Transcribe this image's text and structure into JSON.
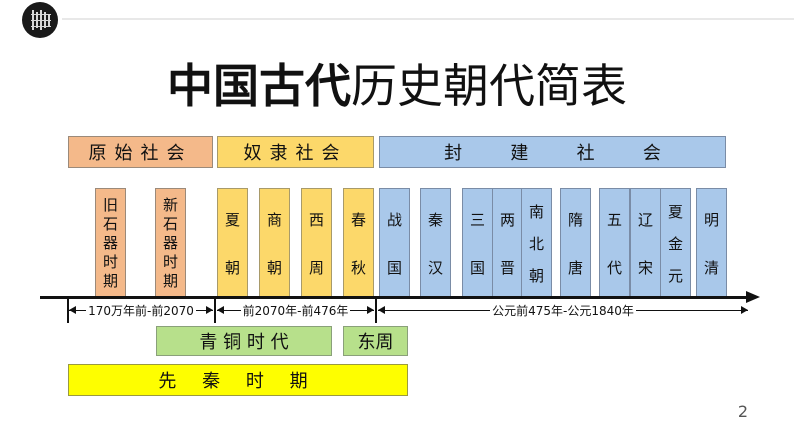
{
  "title": {
    "part1": "中国古代",
    "part2": "历史朝代简表"
  },
  "eras": [
    {
      "label": "原始社会"
    },
    {
      "label": "奴隶社会"
    },
    {
      "label_chars": [
        "封",
        "建",
        "社",
        "会"
      ]
    }
  ],
  "periods": [
    {
      "chars": [
        "旧",
        "石",
        "器",
        "时",
        "期"
      ]
    },
    {
      "chars": [
        "新",
        "石",
        "器",
        "时",
        "期"
      ]
    },
    {
      "chars": [
        "夏",
        "朝"
      ]
    },
    {
      "chars": [
        "商",
        "朝"
      ]
    },
    {
      "chars": [
        "西",
        "周"
      ]
    },
    {
      "chars": [
        "春",
        "秋"
      ]
    },
    {
      "chars": [
        "战",
        "国"
      ]
    },
    {
      "chars": [
        "秦",
        "汉"
      ]
    },
    {
      "chars": [
        "三",
        "国"
      ]
    },
    {
      "chars": [
        "两",
        "晋"
      ]
    },
    {
      "chars": [
        "南",
        "北",
        "朝"
      ]
    },
    {
      "chars": [
        "隋",
        "唐"
      ]
    },
    {
      "chars": [
        "五",
        "代"
      ]
    },
    {
      "chars": [
        "辽",
        "宋"
      ]
    },
    {
      "chars": [
        "夏",
        "金",
        "元"
      ]
    },
    {
      "chars": [
        "明",
        "清"
      ]
    }
  ],
  "timeline": [
    {
      "label": "170万年前-前2070"
    },
    {
      "label": "前2070年-前476年"
    },
    {
      "label": "公元前475年-公元1840年"
    }
  ],
  "bronze_age": {
    "label": "青 铜 时 代"
  },
  "eastern_zhou": {
    "label": "东周"
  },
  "pre_qin": {
    "label": "先 秦 时 期"
  },
  "page_number": "2",
  "colors": {
    "primitive": "#f4b98a",
    "slave": "#fcd86a",
    "feudal": "#a9c8ea",
    "bronze": "#b7e08b",
    "pre_qin": "#fefe00"
  }
}
